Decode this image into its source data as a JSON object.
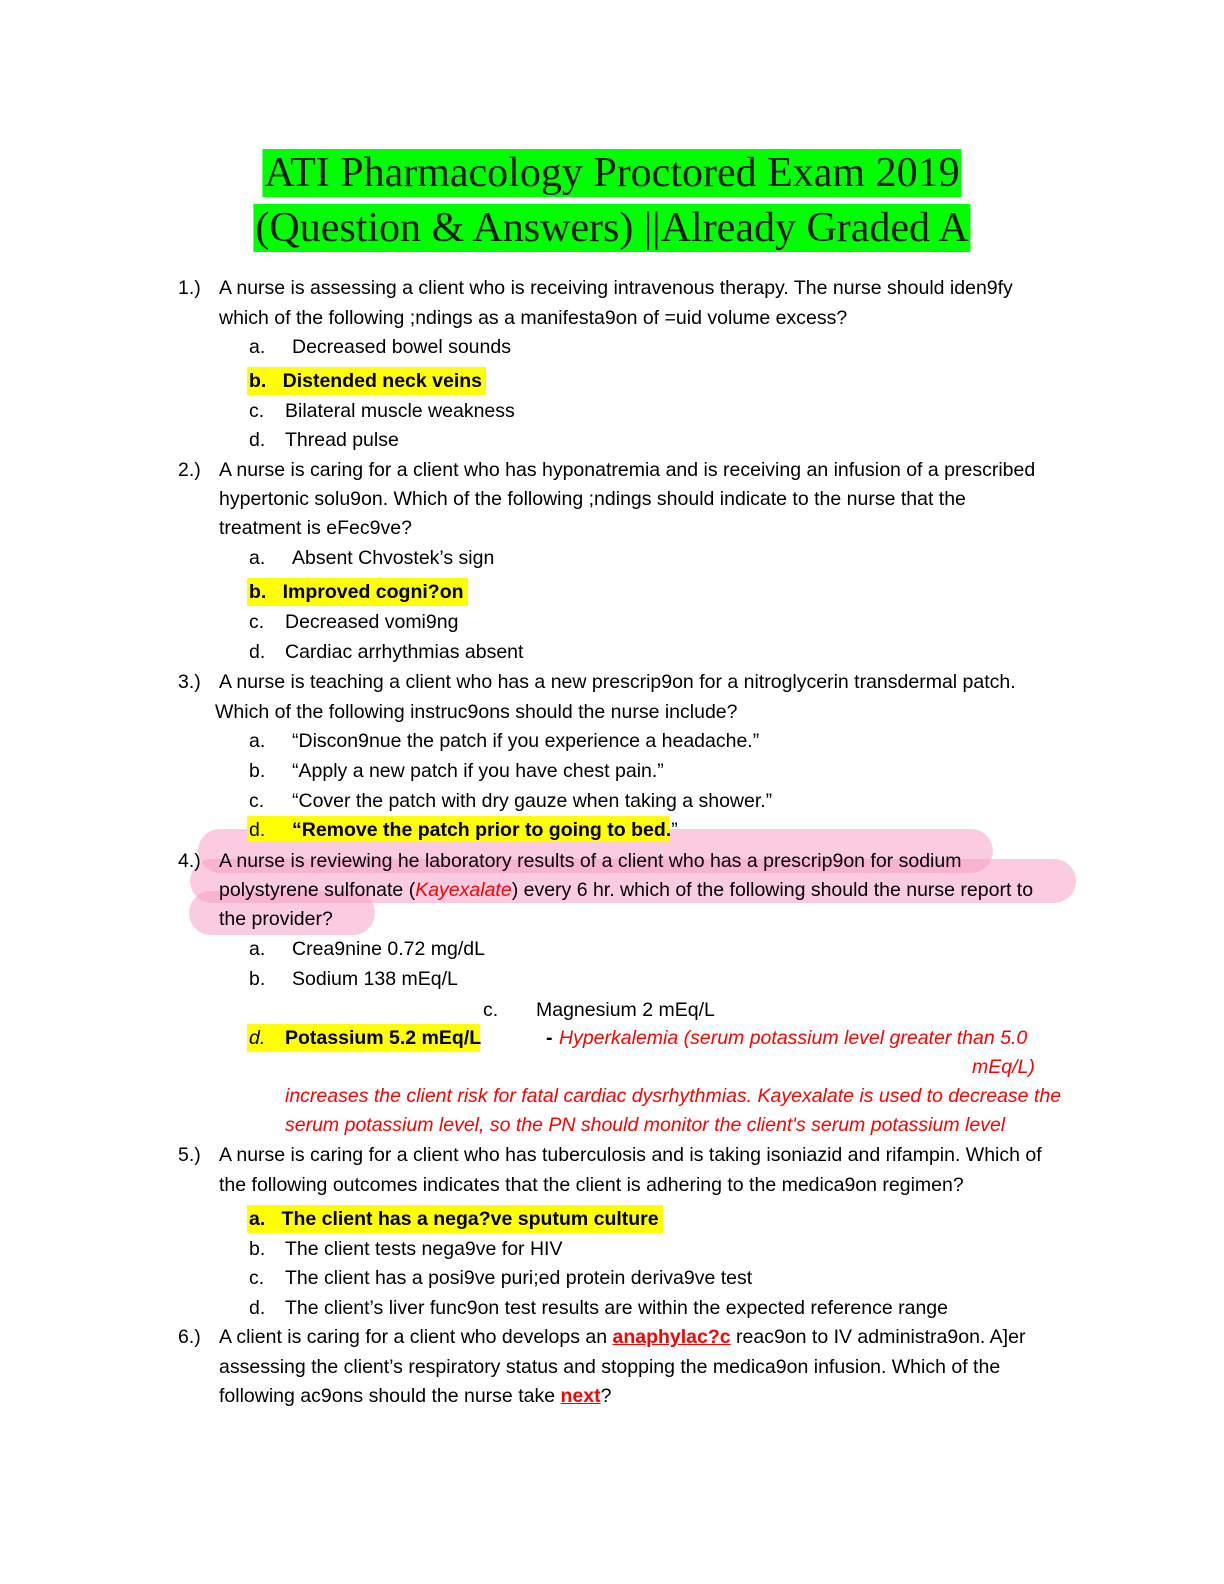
{
  "title": {
    "line1": "ATI Pharmacology Proctored Exam 2019",
    "line2": "(Question & Answers) ||Already Graded A"
  },
  "colors": {
    "title_highlight": "#00ff00",
    "answer_highlight": "#ffff00",
    "annotation": "#ff0000",
    "marker": "#f5a0c8"
  },
  "questions": [
    {
      "num": "1.)",
      "lines": [
        "A nurse is assessing a client who is receiving intravenous therapy. The nurse should iden9fy",
        "which of the following ;ndings as a manifesta9on of =uid volume excess?"
      ],
      "options": [
        {
          "letter": "a.",
          "text": "Decreased bowel sounds"
        },
        {
          "letter": "b.",
          "text": "Distended neck veins"
        },
        {
          "letter": "c.",
          "text": "Bilateral muscle weakness"
        },
        {
          "letter": "d.",
          "text": "Thread pulse"
        }
      ]
    },
    {
      "num": "2.)",
      "lines": [
        "A nurse is caring for a client who has hyponatremia and is receiving an infusion of a prescribed",
        "hypertonic solu9on. Which of the following ;ndings should indicate to the nurse that the",
        "treatment is eFec9ve?"
      ],
      "options": [
        {
          "letter": "a.",
          "text": "Absent Chvostek’s sign"
        },
        {
          "letter": "b.",
          "text": "Improved cogni?on"
        },
        {
          "letter": "c.",
          "text": "Decreased vomi9ng"
        },
        {
          "letter": "d.",
          "text": "Cardiac arrhythmias absent"
        }
      ]
    },
    {
      "num": "3.)",
      "lines": [
        "A nurse is teaching a client who has a new prescrip9on for a nitroglycerin transdermal patch.",
        "Which of the following instruc9ons should the nurse include?"
      ],
      "options": [
        {
          "letter": "a.",
          "text": "“Discon9nue the patch if you experience a headache.”"
        },
        {
          "letter": "b.",
          "text": "“Apply a new patch if you have chest pain.”"
        },
        {
          "letter": "c.",
          "text": "“Cover the patch with dry gauze when taking a shower.”"
        },
        {
          "letter": "d.",
          "text": "“Remove the patch prior to going to bed.",
          "close_quote": "”"
        }
      ]
    },
    {
      "num": "4.)",
      "line1": "A nurse is reviewing he laboratory results of a client who has a prescrip9on for sodium",
      "line2_pre": "polystyrene sulfonate (",
      "line2_drug": "Kayexalate",
      "line2_post": ") every 6 hr. which of the following should the nurse report to",
      "line3": "the provider?",
      "options": [
        {
          "letter": "a.",
          "text": "Crea9nine 0.72 mg/dL"
        },
        {
          "letter": "b.",
          "text": "Sodium 138 mEq/L"
        },
        {
          "letter": "c.",
          "text": "Magnesium 2 mEq/L"
        },
        {
          "letter": "d.",
          "text": "Potassium 5.2 mEq/L"
        }
      ],
      "rationale_dash": "-",
      "rationale": [
        "Hyperkalemia (serum potassium level greater than 5.0",
        "mEq/L)",
        "increases the client risk for fatal cardiac dysrhythmias. Kayexalate is used to decrease the",
        "serum potassium level, so the PN should monitor the client's serum potassium level"
      ]
    },
    {
      "num": "5.)",
      "lines": [
        "A nurse is caring for a client who has tuberculosis and is taking isoniazid and rifampin. Which of",
        "the following outcomes indicates that the client is adhering to the medica9on regimen?"
      ],
      "options": [
        {
          "letter": "a.",
          "text": "The client has a nega?ve sputum culture"
        },
        {
          "letter": "b.",
          "text": "The client tests nega9ve for HIV"
        },
        {
          "letter": "c.",
          "text": "The client has a posi9ve puri;ed protein deriva9ve test"
        },
        {
          "letter": "d.",
          "text": "The client’s liver func9on test results are within the expected reference range"
        }
      ]
    },
    {
      "num": "6.)",
      "line1_pre": "A client is caring for a client who develops an ",
      "line1_key": "anaphylac?c",
      "line1_post": " reac9on to IV administra9on. A]er",
      "line2": "assessing the client’s respiratory status and stopping the medica9on infusion. Which of the",
      "line3_pre": "following ac9ons should the nurse take ",
      "line3_key": "next",
      "line3_post": "?"
    }
  ]
}
